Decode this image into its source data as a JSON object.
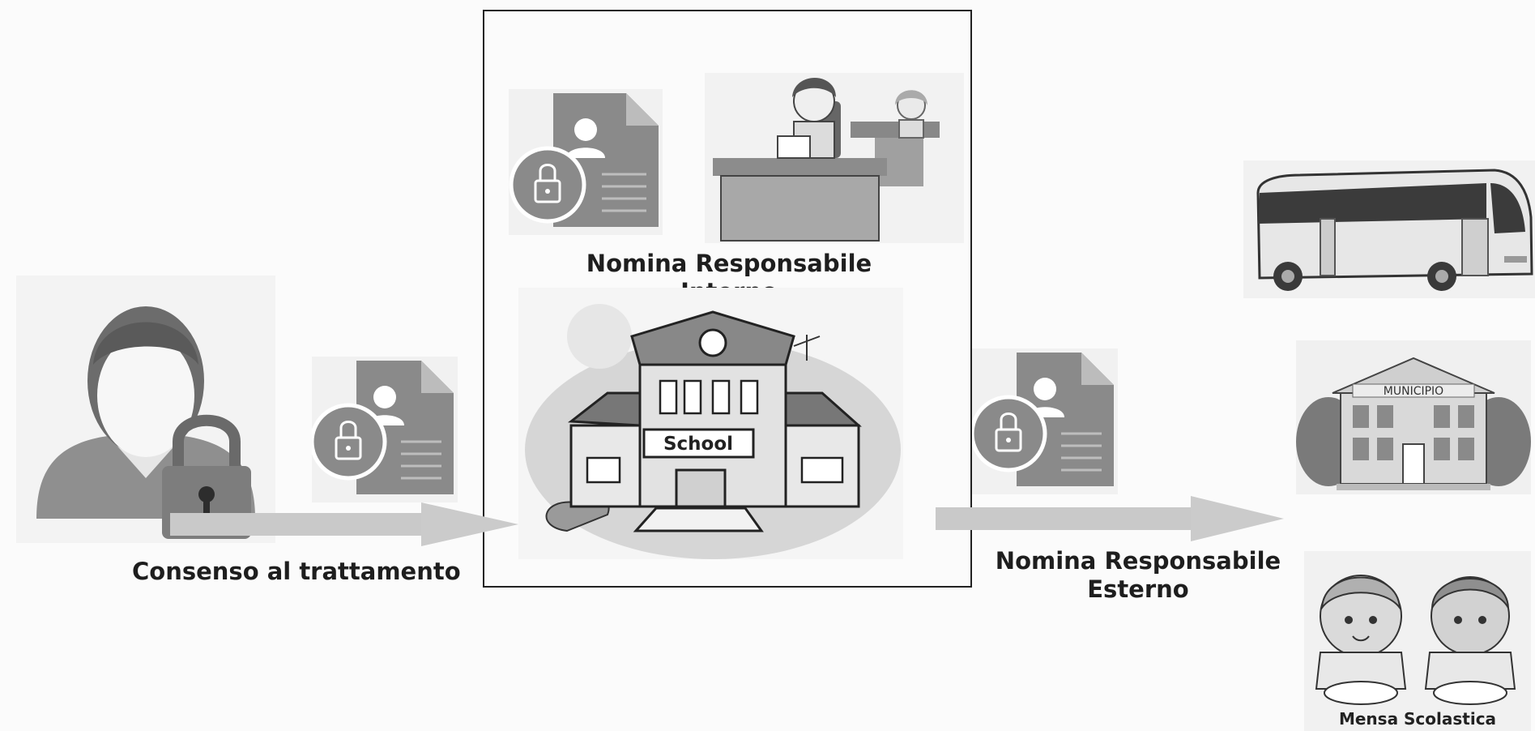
{
  "labels": {
    "consent": "Consenso al trattamento",
    "internal_line1": "Nomina Responsabile",
    "internal_line2": "Interno",
    "external_line1": "Nomina Responsabile",
    "external_line2": "Esterno"
  },
  "school_sign": "School",
  "municipio_sign": "MUNICIPIO",
  "mensa_caption": "Mensa Scolastica",
  "icons": [
    "user-lock-icon",
    "locked-document-icon",
    "office-workers-icon",
    "school-building-icon",
    "bus-icon",
    "municipio-building-icon",
    "school-canteen-children-icon",
    "arrow-right-icon"
  ],
  "colors": {
    "doc_gray": "#8a8a8a",
    "arrow_gray": "#c9c9c9",
    "text": "#1e1e1e"
  }
}
